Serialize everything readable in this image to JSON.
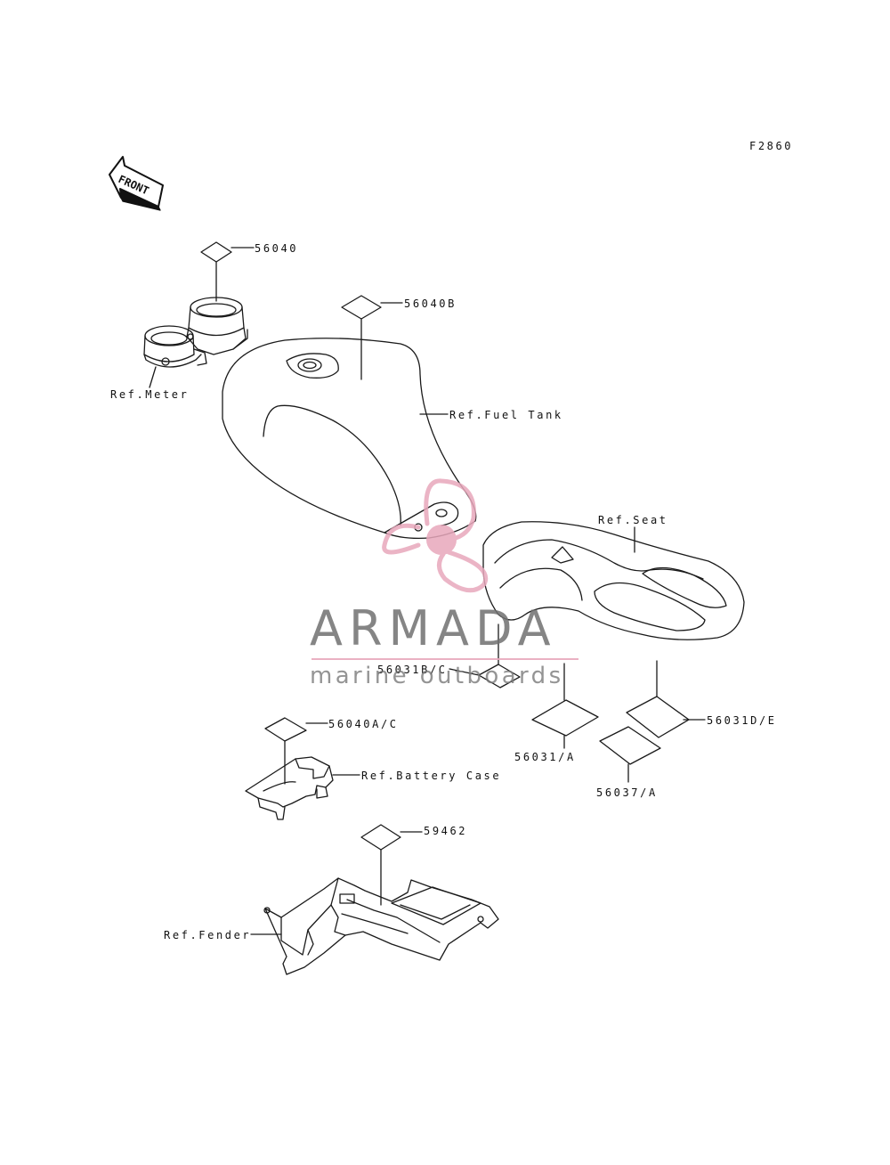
{
  "figure_code": "F2860",
  "front_label": "FRONT",
  "labels": {
    "p56040": "56040",
    "p56040b": "56040B",
    "ref_meter": "Ref.Meter",
    "ref_fuel_tank": "Ref.Fuel Tank",
    "ref_seat": "Ref.Seat",
    "p56031bc": "56031B/C",
    "p56031a": "56031/A",
    "p56031de": "56031D/E",
    "p56037a": "56037/A",
    "p56040ac": "56040A/C",
    "ref_battery_case": "Ref.Battery Case",
    "p59462": "59462",
    "ref_fender": "Ref.Fender"
  },
  "watermark": {
    "title": "ARMADA",
    "subtitle": "marine outboards",
    "accent_color": "#e8a8bc",
    "text_color": "#707070"
  }
}
